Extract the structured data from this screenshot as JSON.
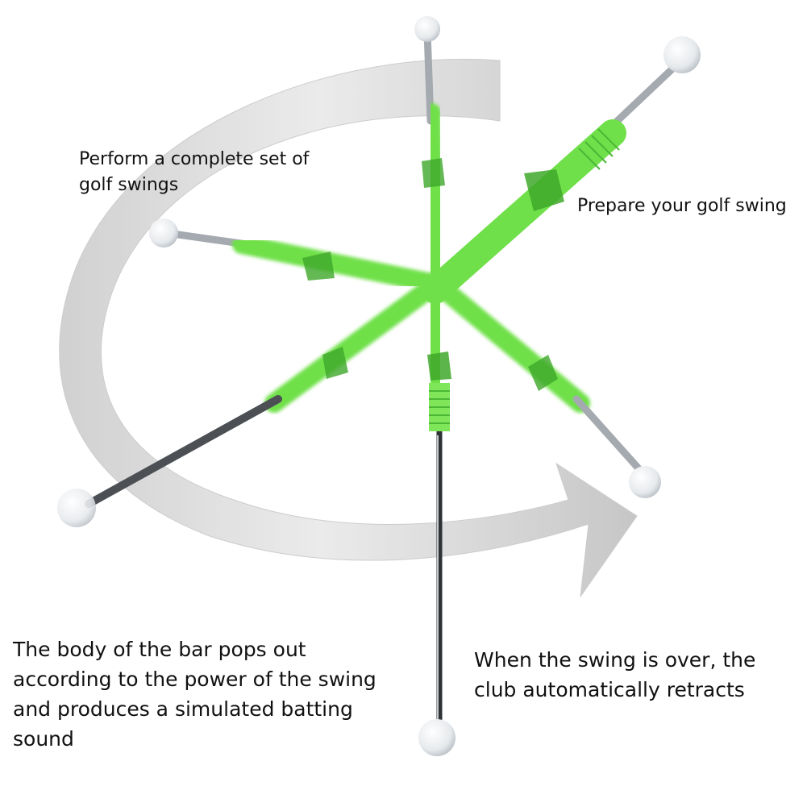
{
  "captions": {
    "complete_swings": [
      "Perform a complete set of",
      "golf swings"
    ],
    "prepare_swing": [
      "Prepare your golf swing"
    ],
    "body_pops": [
      "The body of the bar pops out",
      "according to the power of the swing",
      "and produces a simulated batting",
      "sound"
    ],
    "auto_retract": [
      "When the swing is over, the",
      "club automatically retracts"
    ]
  },
  "colors": {
    "grip_green": "#6fe04a",
    "grip_shadow": "#3fa82a",
    "shaft_steel": "#9aa0a6",
    "shaft_dark": "#3a3d40",
    "ball": "#e9ecef",
    "arrow_gray": "#d9d9d9"
  }
}
